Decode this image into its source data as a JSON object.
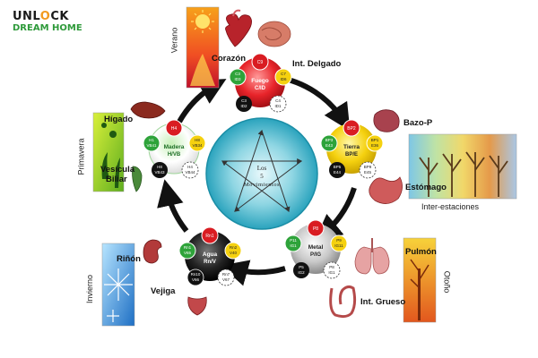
{
  "brand": {
    "line1_a": "UNL",
    "line1_b": "O",
    "line1_c": "CK",
    "line2": "DREAM HOME"
  },
  "center": {
    "line1": "Los",
    "line2": "5",
    "line3": "Movimientos"
  },
  "elements": {
    "fuego": {
      "name1": "Fuego",
      "name2": "C/ID",
      "top": "C9",
      "left_top": "C3",
      "left_top2": "ID3",
      "right_top": "C7",
      "right_top2": "ID6",
      "left_bot": "C3",
      "left_bot2": "ID2",
      "right_bot": "C4",
      "right_bot2": "ID1"
    },
    "tierra": {
      "name1": "Tierra",
      "name2": "BP/E",
      "top": "BP2",
      "left_top": "BP3",
      "left_top2": "E43",
      "right_top": "BP1",
      "right_top2": "E36",
      "left_bot": "BP5",
      "left_bot2": "E44",
      "right_bot": "BP9",
      "right_bot2": "E45"
    },
    "metal": {
      "name1": "Metal",
      "name2": "P/IG",
      "top": "P8",
      "left_top": "P11",
      "left_top2": "IG1",
      "right_top": "P9",
      "right_top2": "IG11",
      "left_bot": "P5",
      "left_bot2": "IG2",
      "right_bot": "P8",
      "right_bot2": "IG1"
    },
    "agua": {
      "name1": "Agua",
      "name2": "Rn/V",
      "top": "Rn1",
      "left_top": "Rn1",
      "left_top2": "V65",
      "right_top": "Rn2",
      "right_top2": "V40",
      "left_bot": "Rn10",
      "left_bot2": "V66",
      "right_bot": "Rn7",
      "right_bot2": "V67"
    },
    "madera": {
      "name1": "Madera",
      "name2": "H/VB",
      "top": "H4",
      "left_top": "H1",
      "left_top2": "VB41",
      "right_top": "H8",
      "right_top2": "VB34",
      "left_bot": "H8",
      "left_bot2": "VB43",
      "right_bot": "H4",
      "right_bot2": "VB44"
    }
  },
  "organs": {
    "corazon": "Corazón",
    "int_delgado": "Int. Delgado",
    "bazo_p": "Bazo-P",
    "estomago": "Estómago",
    "pulmon": "Pulmón",
    "int_grueso": "Int. Grueso",
    "rinon": "Riñón",
    "vejiga": "Vejiga",
    "higado": "Hígado",
    "vesicula": "Vesícula",
    "biliar": "Biliar"
  },
  "seasons": {
    "verano": "Verano",
    "primavera": "Primavera",
    "invierno": "Invierno",
    "otono": "Otoño",
    "inter": "Inter-estaciones"
  },
  "colors": {
    "fire": "#e8242a",
    "earth": "#f5d10f",
    "metal": "#c9c9c9",
    "water": "#1a1a1a",
    "wood": "#2ea33a",
    "center": "#3bb4c9",
    "arrow": "#111111"
  }
}
